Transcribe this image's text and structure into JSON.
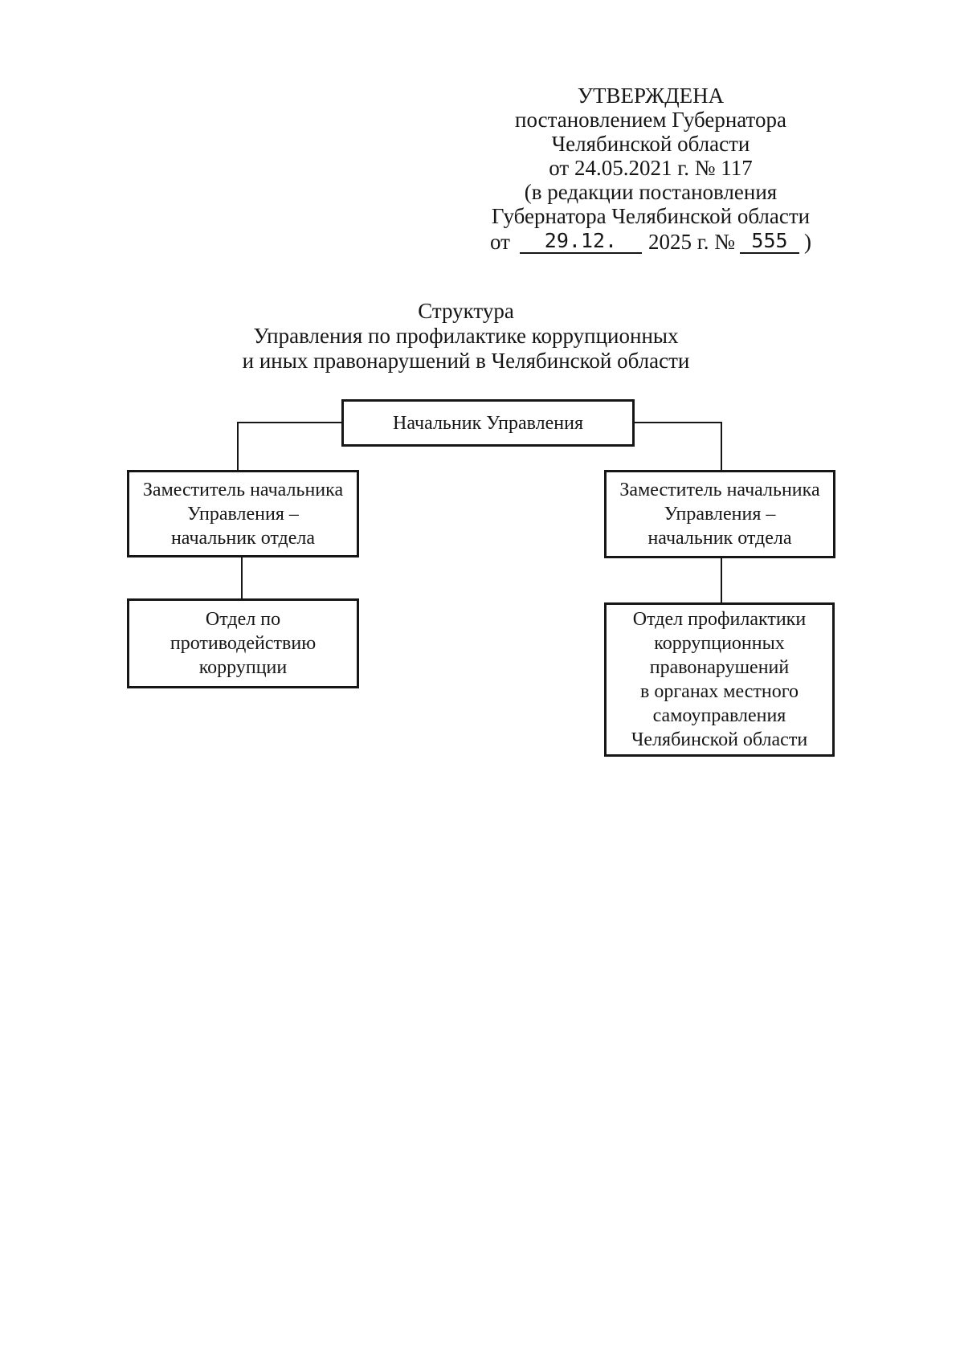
{
  "colors": {
    "ink": "#161616",
    "paper": "#ffffff"
  },
  "approval_block": {
    "line1": "УТВЕРЖДЕНА",
    "line2": "постановлением Губернатора",
    "line3": "Челябинской области",
    "line4": "от 24.05.2021 г. № 117",
    "line5": "(в редакции постановления",
    "line6": "Губернатора Челябинской области",
    "amendment": {
      "prefix": "от",
      "date_value": "29.12.",
      "middle": "2025 г. №",
      "number_value": "555",
      "suffix": ")"
    }
  },
  "title": {
    "line1": "Структура",
    "line2": "Управления по профилактике коррупционных",
    "line3": "и иных правонарушений в Челябинской области"
  },
  "org_chart": {
    "head": "Начальник Управления",
    "deputy_left": "Заместитель начальника\nУправления –\nначальник отдела",
    "deputy_right": "Заместитель начальника\nУправления –\nначальник отдела",
    "dept_left": "Отдел по\nпротиводействию\nкоррупции",
    "dept_right": "Отдел профилактики\nкоррупционных\nправонарушений\nв органах местного\nсамоуправления\nЧелябинской области"
  }
}
